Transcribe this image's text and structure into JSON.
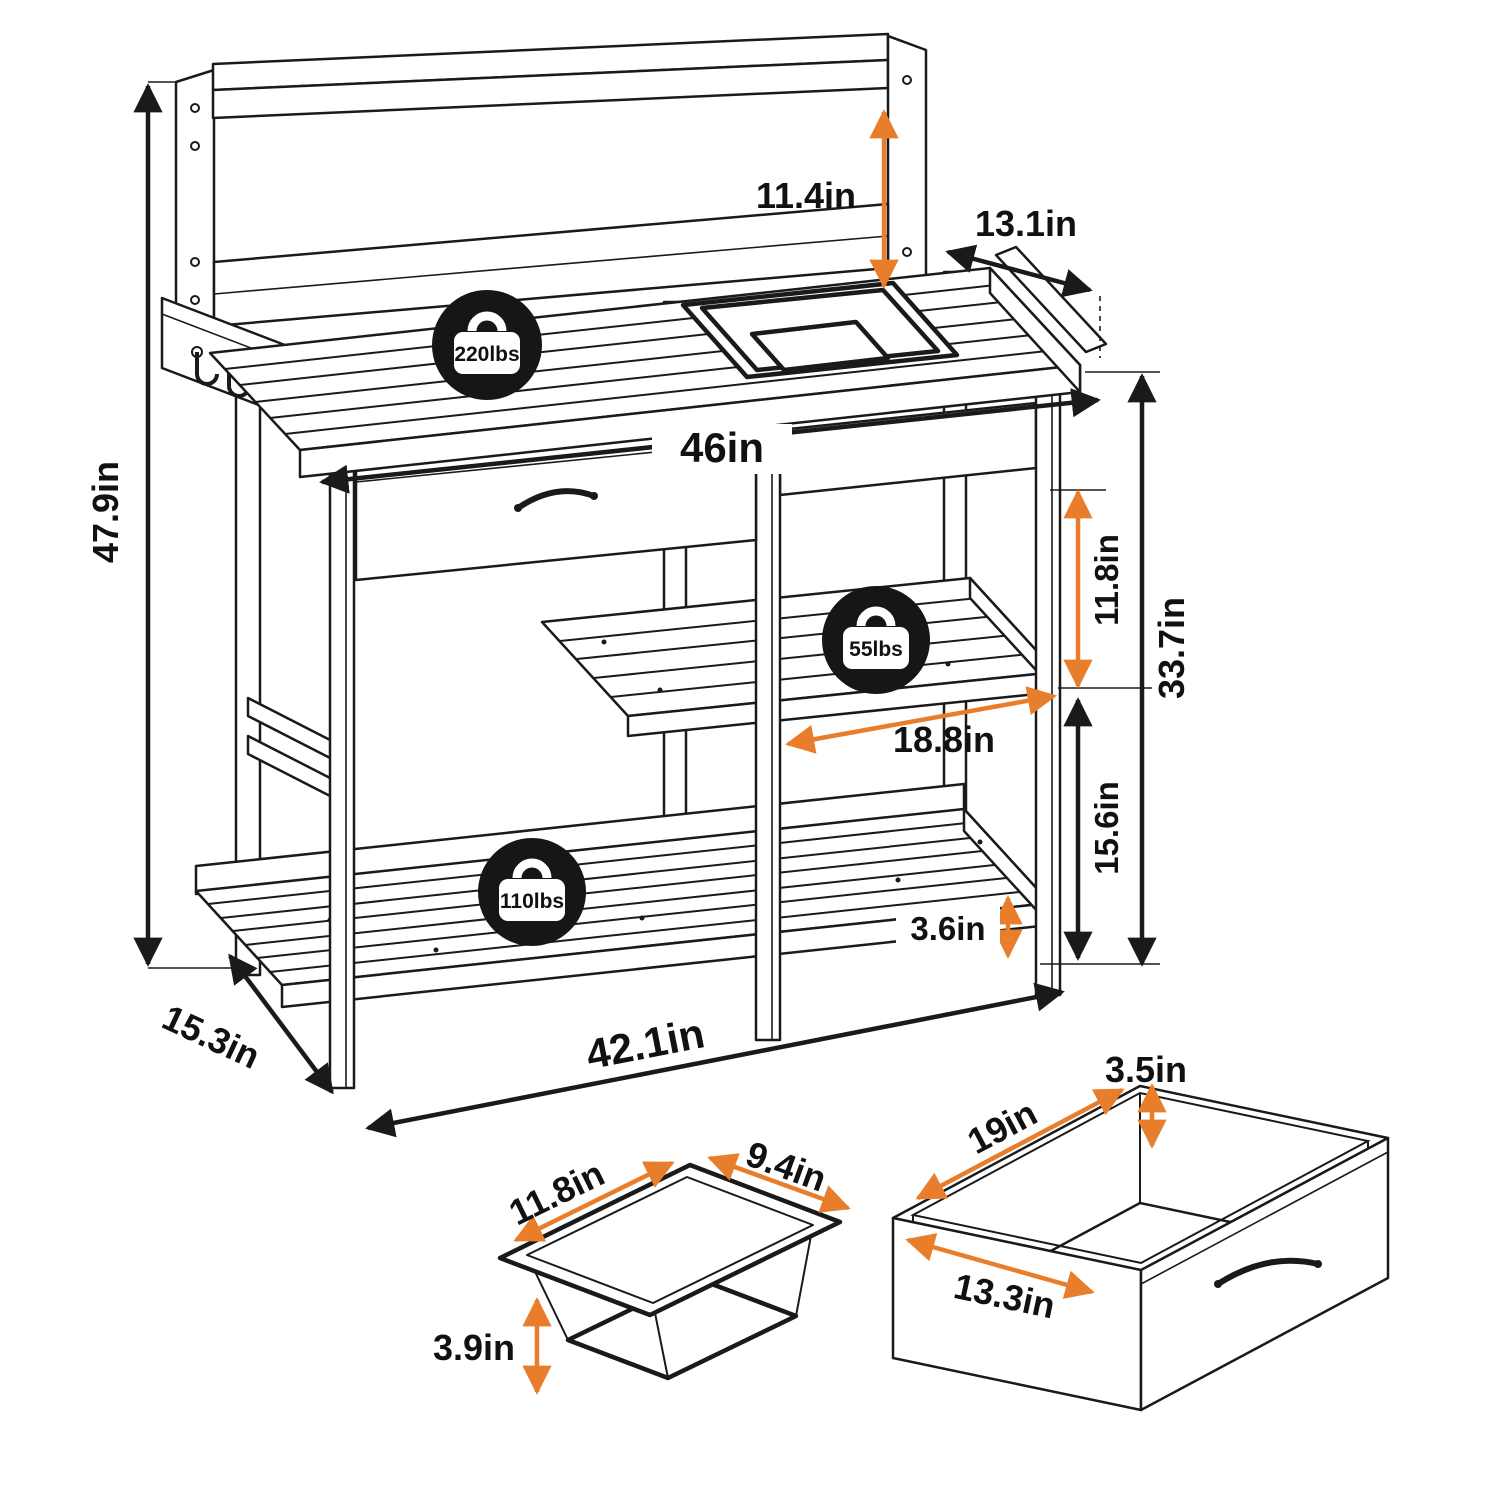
{
  "bench": {
    "load_top": "220lbs",
    "load_middle": "55lbs",
    "load_bottom": "110lbs",
    "dims": {
      "shelf_to_top": "11.4in",
      "top_depth": "13.1in",
      "overall_height": "47.9in",
      "top_width": "46in",
      "top_to_shelf": "11.8in",
      "top_to_ground": "33.7in",
      "middle_shelf": "18.8in",
      "shelf_to_ground": "15.6in",
      "foot": "3.6in",
      "frame_width": "42.1in",
      "frame_depth": "15.3in"
    }
  },
  "sink": {
    "dims": {
      "length": "11.8in",
      "width": "9.4in",
      "depth": "3.9in"
    }
  },
  "drawer": {
    "dims": {
      "height": "3.5in",
      "length": "19in",
      "width": "13.3in"
    }
  },
  "colors": {
    "accent": "#E87E2B",
    "line": "#1a1a1a"
  }
}
